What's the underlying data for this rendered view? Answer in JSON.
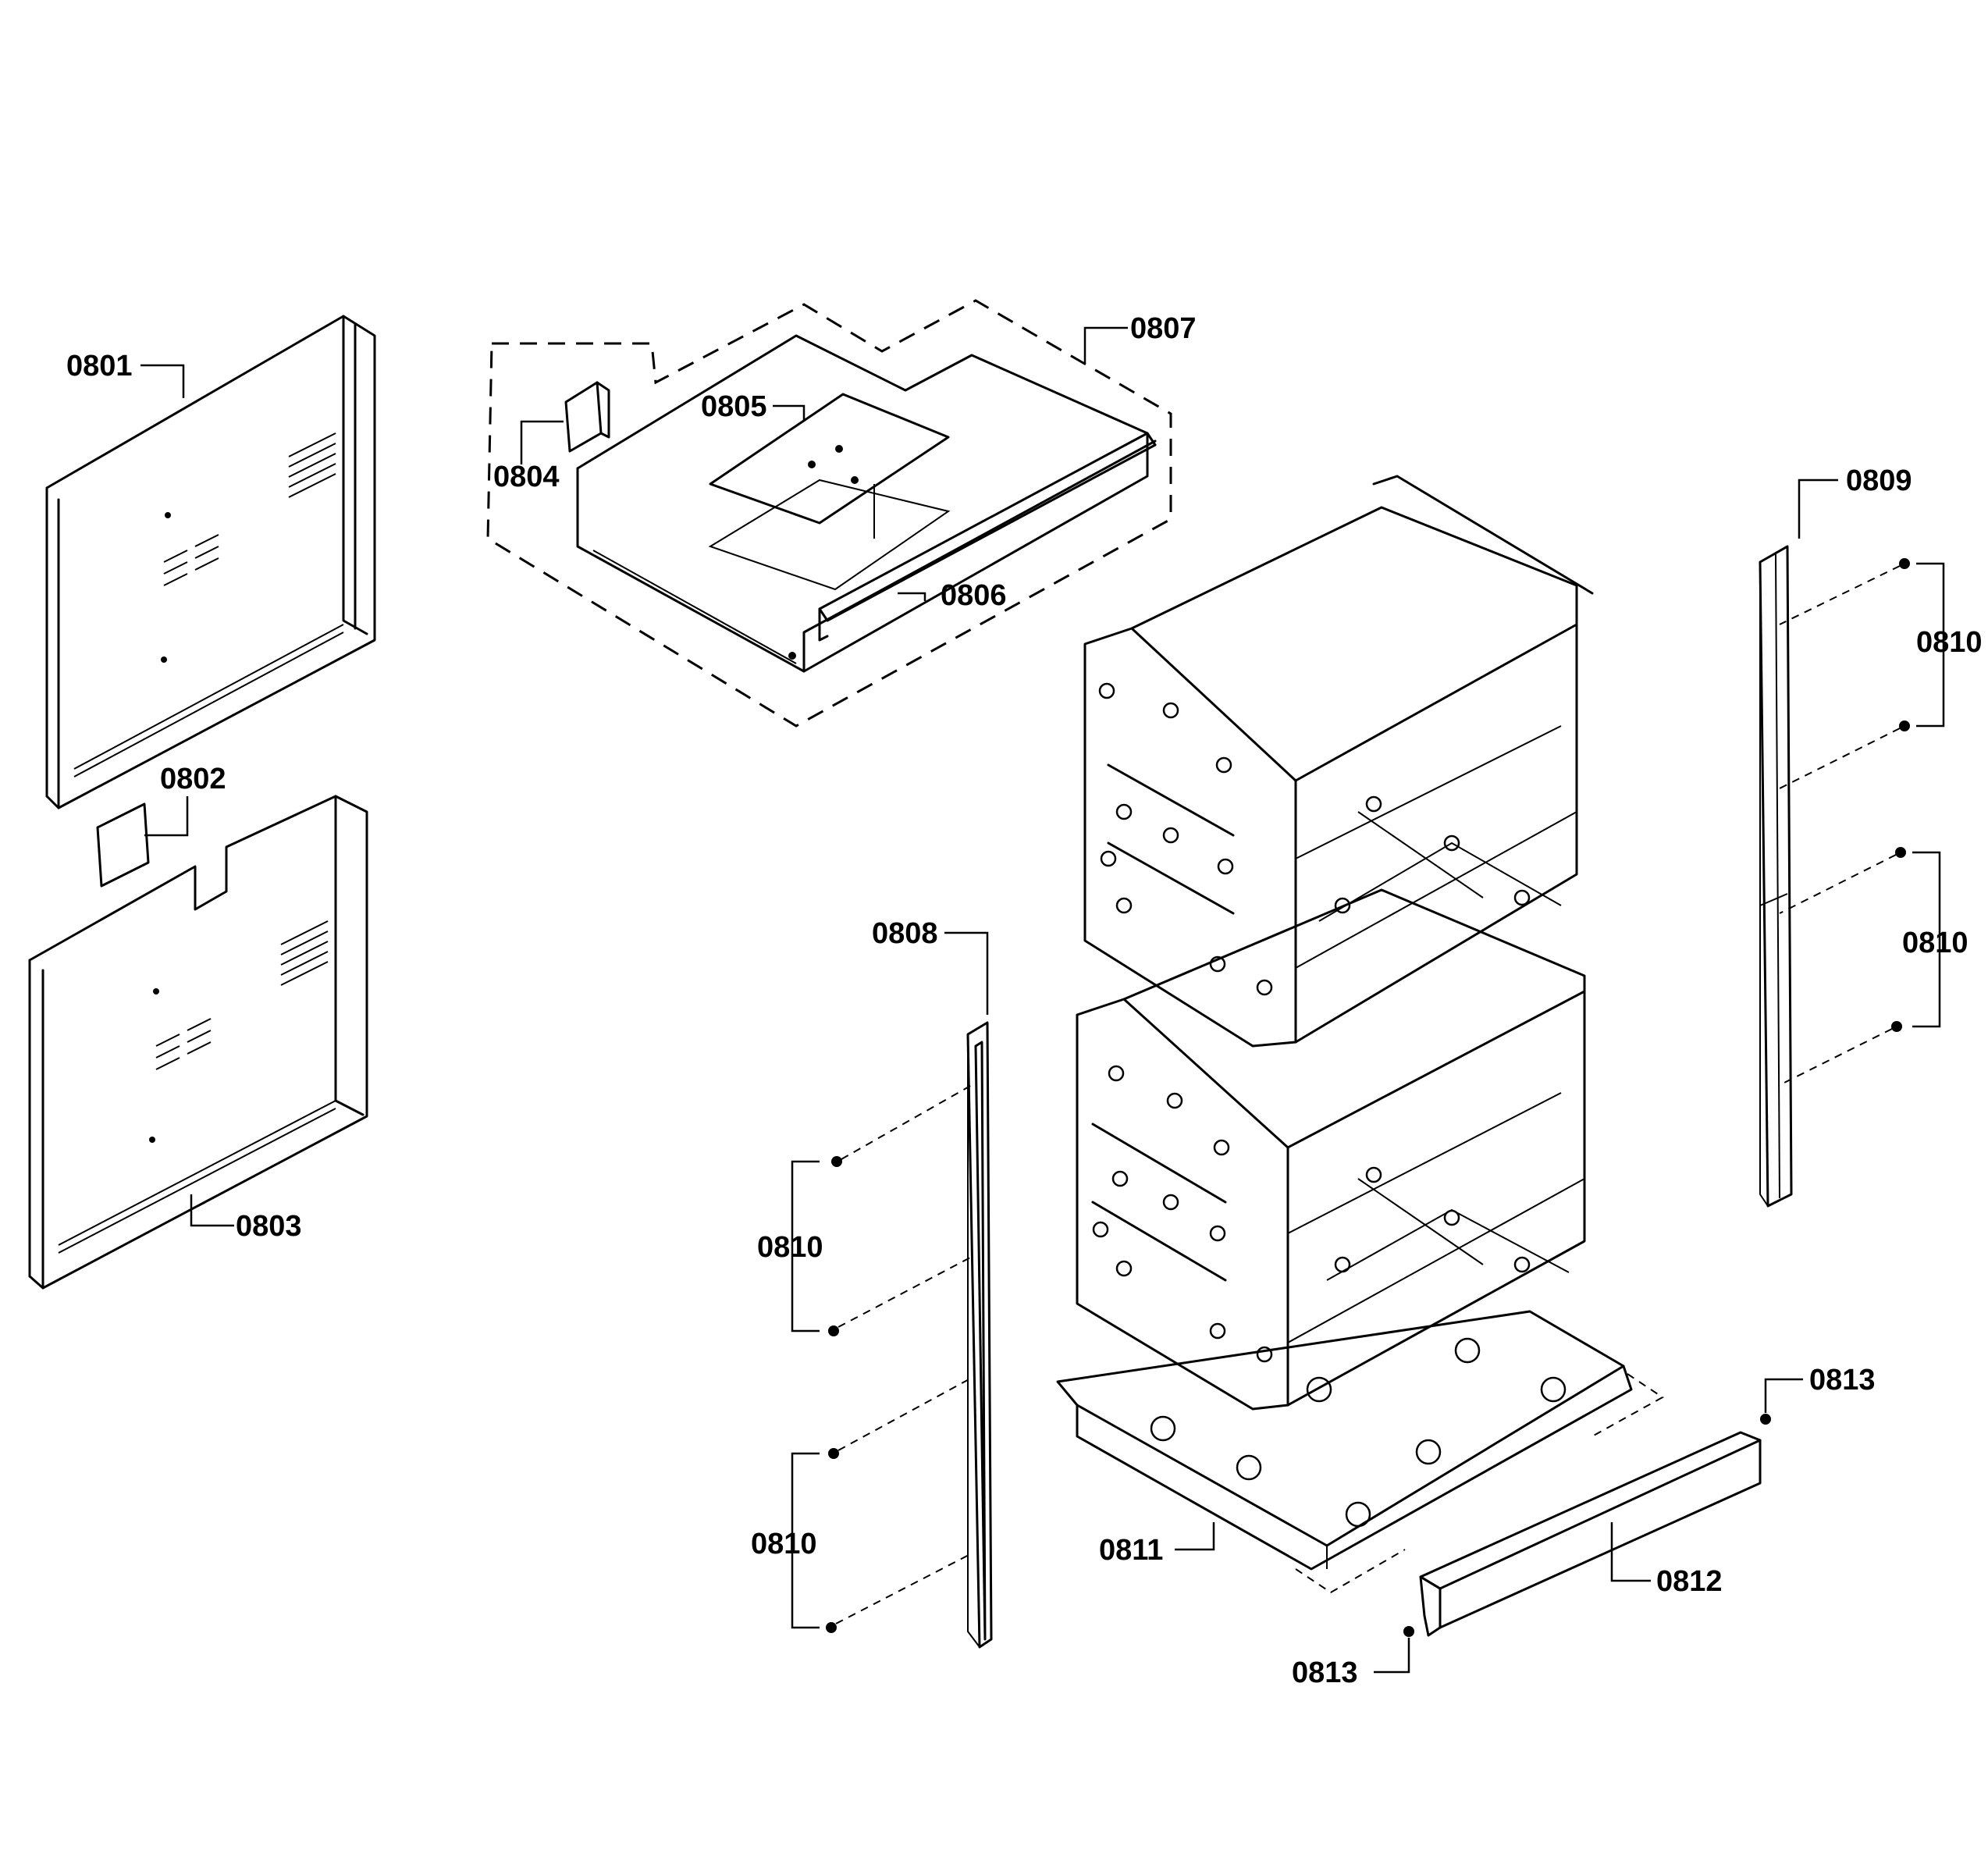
{
  "labels": {
    "p0801": "0801",
    "p0802": "0802",
    "p0803": "0803",
    "p0804": "0804",
    "p0805": "0805",
    "p0806": "0806",
    "p0807": "0807",
    "p0808": "0808",
    "p0809": "0809",
    "p0810a": "0810",
    "p0810b": "0810",
    "p0810c": "0810",
    "p0810d": "0810",
    "p0811": "0811",
    "p0812": "0812",
    "p0813a": "0813",
    "p0813b": "0813"
  }
}
